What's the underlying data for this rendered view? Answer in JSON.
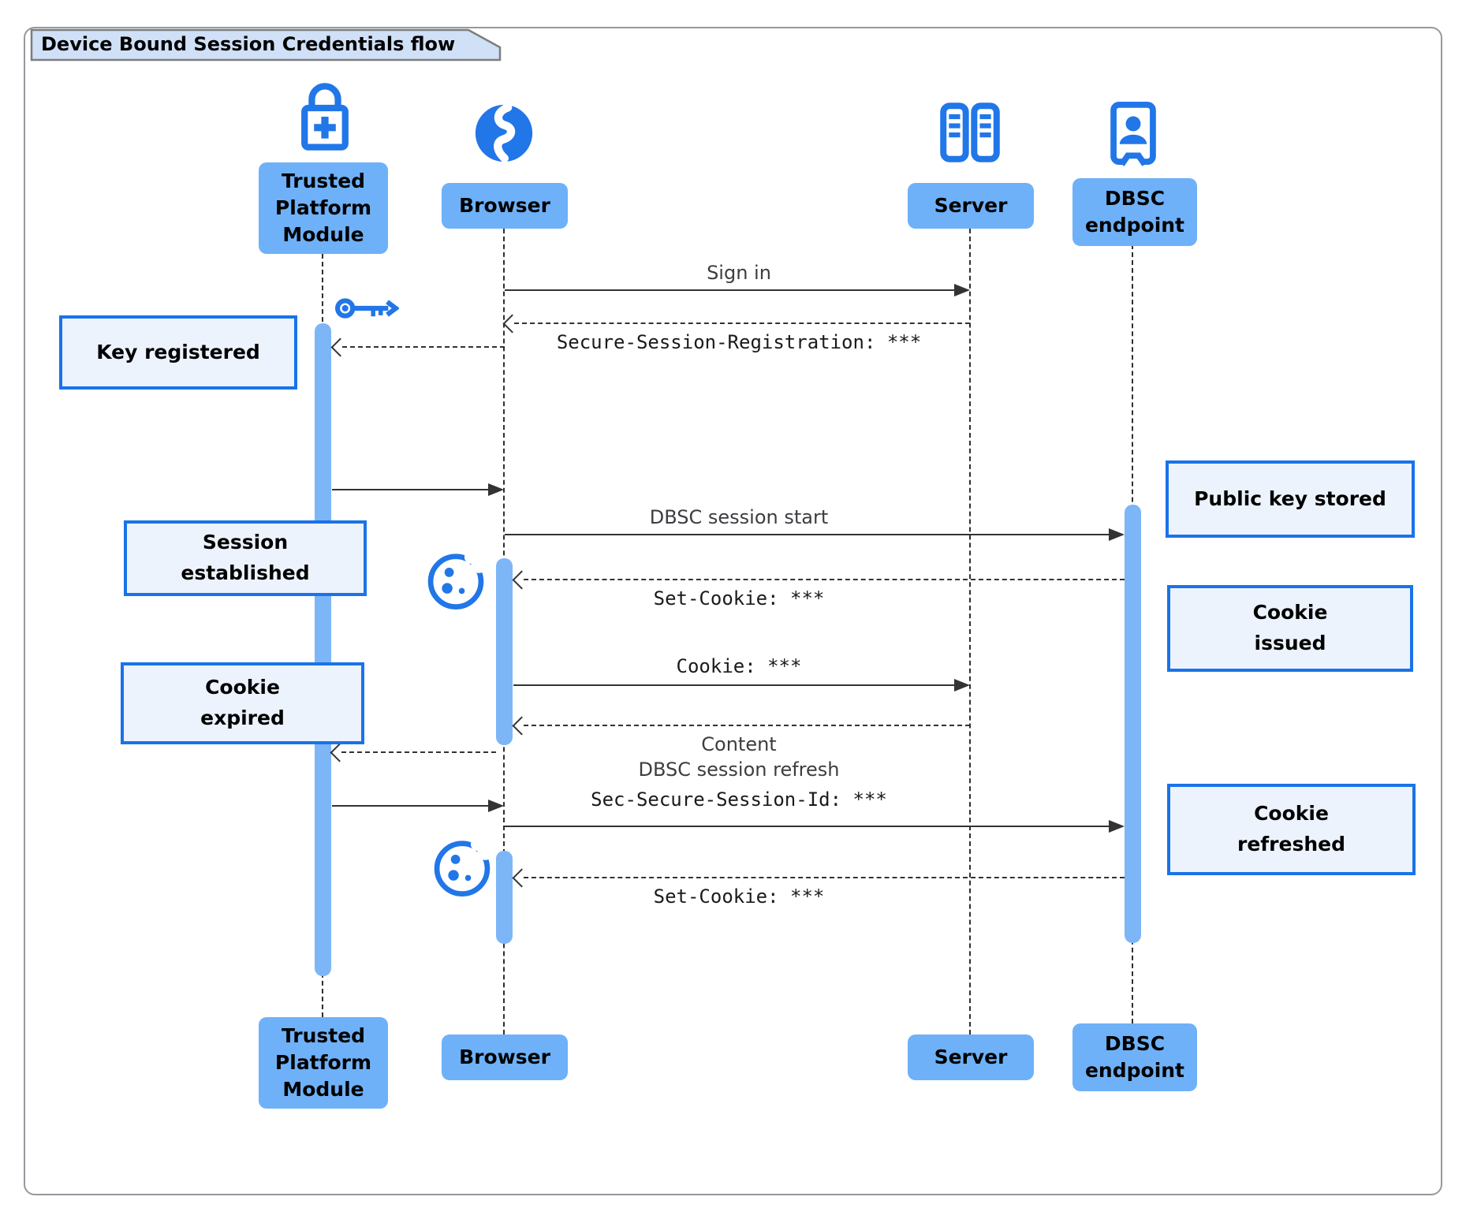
{
  "title": "Device Bound Session Credentials flow",
  "actors": {
    "tpm": {
      "label": "Trusted\nPlatform\nModule",
      "icon": "lock-plus-icon"
    },
    "browser": {
      "label": "Browser",
      "icon": "globe-icon"
    },
    "server": {
      "label": "Server",
      "icon": "server-rack-icon"
    },
    "dbsc": {
      "label": "DBSC\nendpoint",
      "icon": "id-badge-icon"
    }
  },
  "messages": {
    "sign_in": "Sign in",
    "secure_session_registration": "Secure-Session-Registration: ***",
    "dbsc_session_start": "DBSC session start",
    "set_cookie_1": "Set-Cookie: ***",
    "cookie": "Cookie: ***",
    "content": "Content",
    "dbsc_session_refresh": "DBSC session refresh",
    "sec_secure_session_id": "Sec-Secure-Session-Id: ***",
    "set_cookie_2": "Set-Cookie: ***"
  },
  "notes": {
    "key_registered": "Key registered",
    "session_established": "Session\nestablished",
    "cookie_expired": "Cookie\nexpired",
    "public_key_stored": "Public key stored",
    "cookie_issued": "Cookie\nissued",
    "cookie_refreshed": "Cookie\nrefreshed"
  },
  "decorative_icons": [
    "key-icon",
    "cookie-icon",
    "cookie-icon"
  ],
  "colors": {
    "actor_fill": "#6eb1f8",
    "note_fill": "#ecf3fd",
    "note_border": "#1a73e8",
    "bar_fill": "#7cb6f7",
    "icon_blue": "#2176e8",
    "arrow": "#333333",
    "lifeline": "#2f2f2f",
    "title_fill": "#cfe0f7",
    "title_border": "#7d7d7d",
    "frame_border": "#95999e",
    "label_text": "#3b3d40",
    "mono_text": "#1a1a1a"
  }
}
